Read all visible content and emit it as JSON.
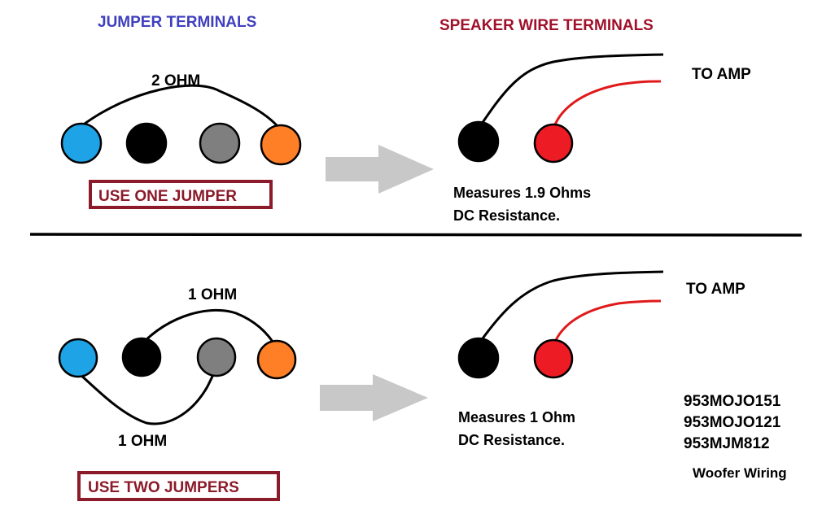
{
  "headers": {
    "jumper_terminals": "JUMPER TERMINALS",
    "speaker_wire_terminals": "SPEAKER WIRE TERMINALS"
  },
  "top_section": {
    "jumper_label": "2 OHM",
    "use_label": "USE ONE JUMPER",
    "to_amp": "TO AMP",
    "measure_line1": "Measures 1.9 Ohms",
    "measure_line2": "DC Resistance."
  },
  "bottom_section": {
    "jumper_label_top": "1 OHM",
    "jumper_label_bottom": "1 OHM",
    "use_label": "USE TWO JUMPERS",
    "to_amp": "TO AMP",
    "measure_line1": "Measures 1 Ohm",
    "measure_line2": "DC Resistance.",
    "models": [
      "953MOJO151",
      "953MOJO121",
      "953MJM812"
    ],
    "caption": "Woofer Wiring"
  },
  "colors": {
    "header_blue": "#3f3fbf",
    "header_red": "#a0102a",
    "badge_border": "#8b1a2a",
    "badge_text": "#8b1a2a",
    "terminal_blue": "#1ea3e6",
    "terminal_black": "#000000",
    "terminal_gray": "#7f7f7f",
    "terminal_orange": "#ff7f27",
    "terminal_red": "#ed1c24",
    "arrow_gray": "#c8c8c8",
    "wire_red": "#e01a1a"
  }
}
